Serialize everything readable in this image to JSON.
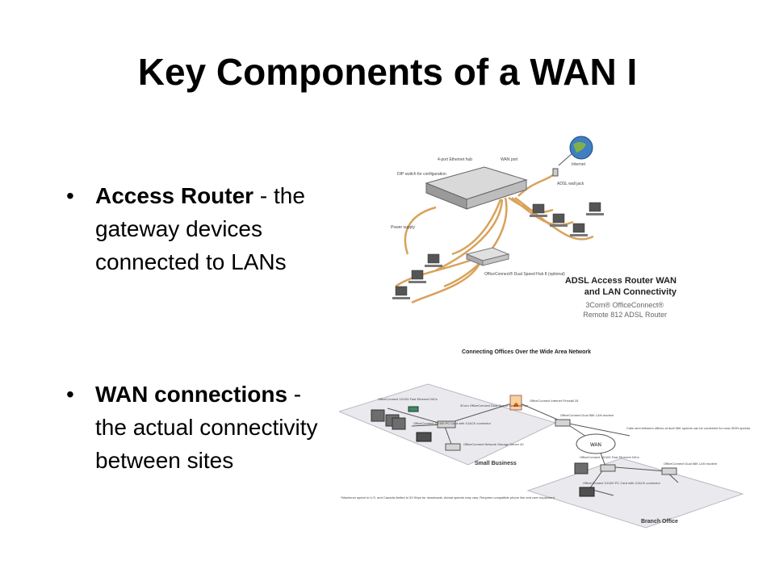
{
  "slide": {
    "title": "Key Components of a WAN I",
    "bullet_glyph": "•",
    "bullets": [
      {
        "term": "Access Router",
        "sep": " - ",
        "text": "the gateway devices connected to LANs"
      },
      {
        "term": "WAN connections",
        "sep": " - ",
        "text": "the actual connectivity between sites"
      }
    ]
  },
  "figure1": {
    "labels": {
      "dip": "DIP switch for configuration",
      "hub": "4-port Ethernet hub",
      "wan_port": "WAN port",
      "internet": "Internet",
      "wall_jack": "ADSL wall jack",
      "power": "Power supply",
      "hub_opt": "OfficeConnect® Dual Speed Hub 8 (optional)"
    },
    "caption_1": "ADSL Access Router WAN",
    "caption_2": "and LAN Connectivity",
    "caption_3": "3Com® OfficeConnect®",
    "caption_4": "Remote 812 ADSL Router"
  },
  "figure2": {
    "title": "Connecting Offices Over the Wide Area Network",
    "small_business": "Small Business",
    "branch_office": "Branch Office",
    "wan_cloud": "WAN",
    "calls_note": "Calls sent between offices at dual 56K speeds can be combined for near-ISDN speeds.",
    "footnote": "*Maximum speed in U.S. and Canada limited to 53 Kbps for downloads. Actual speeds may vary. Requires compatible phone line and user equipment.",
    "labels": {
      "nic1": "OfficeConnect 10/100 Fast Ethernet NICs",
      "hub": "3Com OfficeConnect Dual Speed Switch 8 Plus",
      "firewall": "OfficeConnect Internet Firewall 25",
      "pccard": "OfficeConnect 10/100 PC Card with XJACK connector",
      "storage": "OfficeConnect Network Storage Server 40",
      "router": "OfficeConnect Dual 56K LAN modem",
      "nic2": "OfficeConnect 10/100 Fast Ethernet NICs",
      "pccard2": "OfficeConnect 10/100 PC Card with XJACK connector",
      "router2": "OfficeConnect Dual 56K LAN modem"
    }
  }
}
